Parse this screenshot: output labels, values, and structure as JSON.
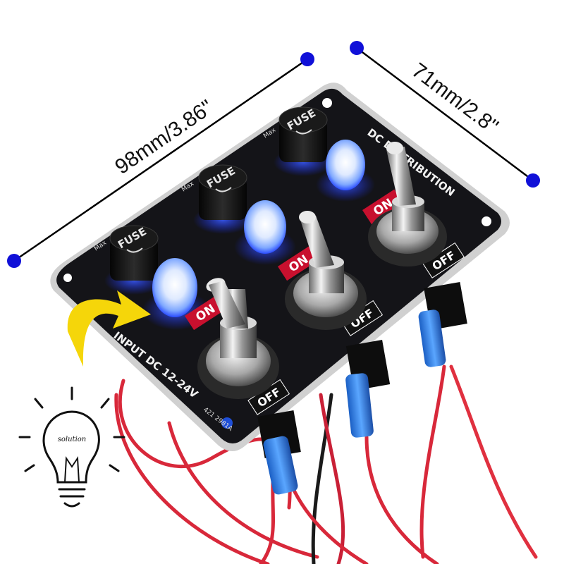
{
  "dimensions": {
    "length_label": "98mm/3.86\"",
    "width_label": "71mm/2.8\""
  },
  "panel": {
    "title": "DC DISTRIBUTION",
    "input_label": "INPUT DC 12-24V",
    "part_number": "421 2981A",
    "max_label": "Max",
    "colors": {
      "plate": "#141418",
      "border": "#d8d8d8",
      "led": "#7fb8ff",
      "on_badge": "#c8102e"
    }
  },
  "fuses": [
    {
      "label": "FUSE"
    },
    {
      "label": "FUSE"
    },
    {
      "label": "FUSE"
    }
  ],
  "switches": [
    {
      "on_label": "ON",
      "off_label": "OFF"
    },
    {
      "on_label": "ON",
      "off_label": "OFF"
    },
    {
      "on_label": "ON",
      "off_label": "OFF"
    }
  ],
  "bulb_icon": {
    "label": "solution",
    "icon": "light-bulb-icon"
  },
  "arrow": {
    "icon": "curved-arrow-icon",
    "color": "#f5d60a"
  }
}
